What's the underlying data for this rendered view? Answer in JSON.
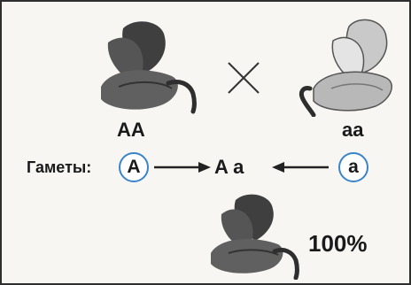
{
  "parents": {
    "left_genotype": "AA",
    "right_genotype": "aa",
    "cross_symbol": "×"
  },
  "gametes": {
    "label": "Гаметы:",
    "left_gamete": "A",
    "offspring_genotype": "A a",
    "right_gamete": "a"
  },
  "offspring": {
    "percent": "100%"
  },
  "colors": {
    "dark_flower": "#4f4f4f",
    "light_flower": "#cfcfcf",
    "circle_outline": "#3a84c9"
  }
}
